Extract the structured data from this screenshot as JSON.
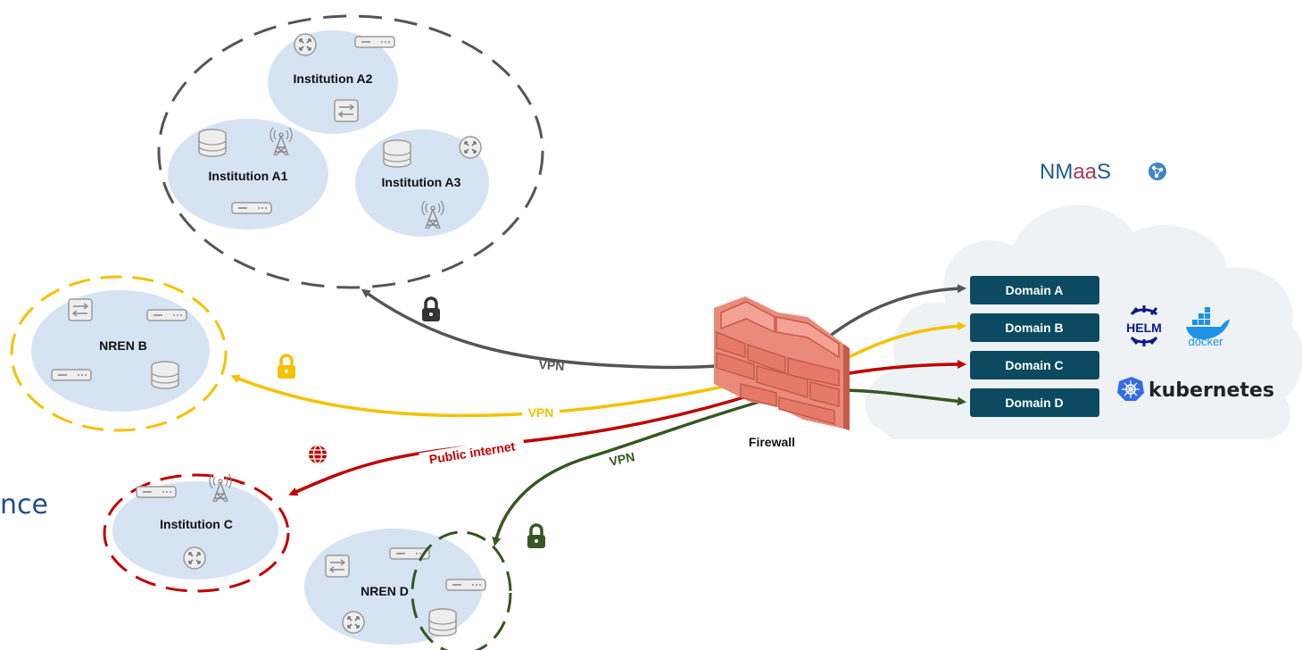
{
  "nodes": {
    "institution_a1": "Institution A1",
    "institution_a2": "Institution A2",
    "institution_a3": "Institution A3",
    "nren_b": "NREN B",
    "institution_c": "Institution C",
    "nren_d": "NREN D",
    "firewall": "Firewall"
  },
  "links": {
    "to_a": "VPN",
    "to_b": "VPN",
    "to_c": "Public internet",
    "to_d": "VPN"
  },
  "nmaas": {
    "logo_prefix": "NM",
    "logo_mid": "aa",
    "logo_suffix": "S"
  },
  "domains": [
    "Domain A",
    "Domain B",
    "Domain C",
    "Domain D"
  ],
  "tech_logos": {
    "helm": "HELM",
    "docker": "docker",
    "kubernetes": "kubernetes"
  },
  "side_text": "nce",
  "colors": {
    "grey_link": "#555555",
    "yellow_link": "#f5c000",
    "red_link": "#c00000",
    "green_link": "#375623",
    "domain_box": "#0b4a60",
    "site_fill": "#d6e3f3",
    "cloud_fill": "#eef2f4"
  }
}
